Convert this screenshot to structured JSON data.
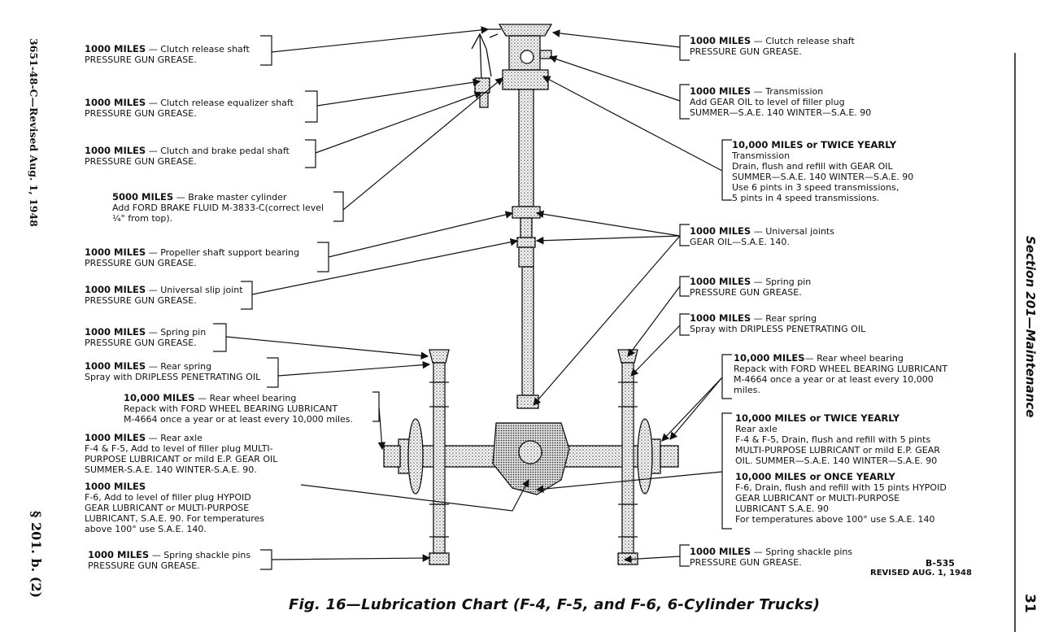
{
  "margin": {
    "left_top": "3651-48-C—Revised Aug. 1, 1948",
    "left_bottom": "§ 201. b. (2)",
    "right_section": "Section 201—Maintenance",
    "right_page": "31"
  },
  "caption": "Fig. 16—Lubrication Chart (F-4, F-5, and F-6, 6-Cylinder Trucks)",
  "figure_code": "B-535",
  "revised": "REVISED AUG. 1, 1948",
  "left_labels": [
    {
      "bold": "1000 MILES",
      "rest": " — Clutch release shaft",
      "lines": [
        "PRESSURE GUN GREASE."
      ]
    },
    {
      "bold": "1000 MILES",
      "rest": " — Clutch release equalizer shaft",
      "lines": [
        "PRESSURE GUN GREASE."
      ]
    },
    {
      "bold": "1000 MILES",
      "rest": " — Clutch and brake pedal shaft",
      "lines": [
        "PRESSURE GUN GREASE."
      ]
    },
    {
      "bold": "5000 MILES",
      "rest": " — Brake master cylinder",
      "lines": [
        "Add FORD BRAKE FLUID M-3833-C(correct level",
        "¼\" from top)."
      ]
    },
    {
      "bold": "1000 MILES",
      "rest": " — Propeller shaft support bearing",
      "lines": [
        "PRESSURE GUN GREASE."
      ]
    },
    {
      "bold": "1000 MILES",
      "rest": " — Universal slip joint",
      "lines": [
        "PRESSURE GUN GREASE."
      ]
    },
    {
      "bold": "1000 MILES",
      "rest": " — Spring pin",
      "lines": [
        "PRESSURE GUN GREASE."
      ]
    },
    {
      "bold": "1000 MILES",
      "rest": " — Rear spring",
      "lines": [
        "Spray with DRIPLESS PENETRATING OIL"
      ]
    },
    {
      "bold": "10,000 MILES",
      "rest": " — Rear wheel bearing",
      "lines": [
        "Repack with FORD WHEEL BEARING LUBRICANT",
        "M-4664 once a year or at least every 10,000 miles."
      ]
    },
    {
      "bold": "1000 MILES",
      "rest": " — Rear axle",
      "lines": [
        "F-4 & F-5, Add to level of filler plug MULTI-",
        "PURPOSE LUBRICANT or mild E.P. GEAR OIL",
        "SUMMER-S.A.E. 140        WINTER-S.A.E. 90."
      ]
    },
    {
      "bold": "1000 MILES",
      "rest": "",
      "lines": [
        "F-6, Add to level of filler plug HYPOID",
        "GEAR LUBRICANT or MULTI-PURPOSE",
        "LUBRICANT, S.A.E. 90. For temperatures",
        "above 100° use S.A.E. 140."
      ]
    },
    {
      "bold": "1000 MILES",
      "rest": " — Spring shackle pins",
      "lines": [
        "PRESSURE GUN GREASE."
      ]
    }
  ],
  "right_labels": [
    {
      "bold": "1000 MILES",
      "rest": " — Clutch release shaft",
      "lines": [
        "PRESSURE GUN GREASE."
      ]
    },
    {
      "bold": "1000 MILES",
      "rest": " — Transmission",
      "lines": [
        "Add GEAR OIL to level of filler plug",
        "SUMMER—S.A.E. 140        WINTER—S.A.E. 90"
      ]
    },
    {
      "bold": "10,000 MILES or TWICE YEARLY",
      "rest": "",
      "lines": [
        "Transmission",
        "Drain, flush and refill with GEAR OIL",
        "SUMMER—S.A.E. 140  WINTER—S.A.E. 90",
        "Use 6 pints in 3 speed transmissions,",
        "5 pints in 4 speed transmissions."
      ]
    },
    {
      "bold": "1000 MILES",
      "rest": " — Universal joints",
      "lines": [
        "GEAR OIL—S.A.E. 140."
      ]
    },
    {
      "bold": "1000 MILES",
      "rest": " — Spring pin",
      "lines": [
        "PRESSURE GUN GREASE."
      ]
    },
    {
      "bold": "1000 MILES",
      "rest": " — Rear spring",
      "lines": [
        "Spray with DRIPLESS PENETRATING OIL"
      ]
    },
    {
      "bold": "10,000 MILES",
      "rest": "— Rear wheel bearing",
      "lines": [
        "Repack with FORD WHEEL BEARING LUBRICANT",
        "M-4664 once a year or at least every 10,000",
        "miles."
      ]
    },
    {
      "bold": "10,000 MILES or TWICE YEARLY",
      "rest": "",
      "lines": [
        "Rear axle",
        "F-4 & F-5, Drain, flush and refill with 5 pints",
        "MULTI-PURPOSE LUBRICANT or mild E.P. GEAR",
        "OIL. SUMMER—S.A.E. 140  WINTER—S.A.E. 90"
      ]
    },
    {
      "bold": "10,000 MILES or ONCE YEARLY",
      "rest": "",
      "lines": [
        "F-6, Drain, flush and refill with 15 pints HYPOID",
        "GEAR LUBRICANT or MULTI-PURPOSE",
        "LUBRICANT S.A.E. 90",
        "For temperatures above 100° use S.A.E. 140"
      ]
    },
    {
      "bold": "1000 MILES",
      "rest": " — Spring shackle pins",
      "lines": [
        "PRESSURE GUN GREASE."
      ]
    }
  ]
}
